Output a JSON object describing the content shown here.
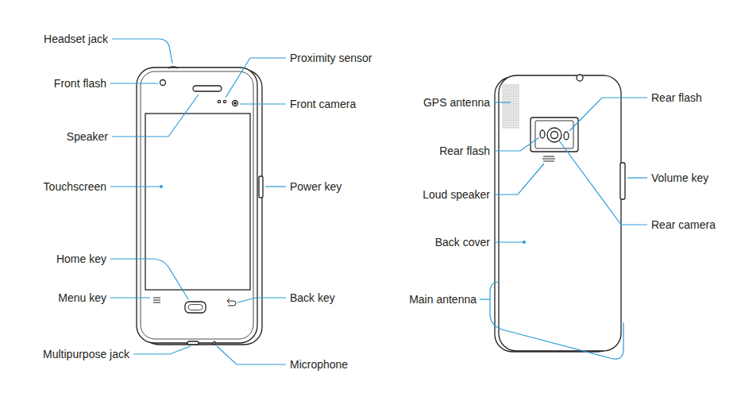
{
  "diagram": {
    "labels": [
      "Headset jack",
      "Front flash",
      "Speaker",
      "Touchscreen",
      "Home key",
      "Menu key",
      "Multipurpose jack",
      "Proximity sensor",
      "Front camera",
      "Power key",
      "Back key",
      "Microphone",
      "GPS antenna",
      "Rear flash",
      "Loud speaker",
      "Back cover",
      "Main antenna",
      "Rear flash",
      "Volume key",
      "Rear camera"
    ]
  }
}
